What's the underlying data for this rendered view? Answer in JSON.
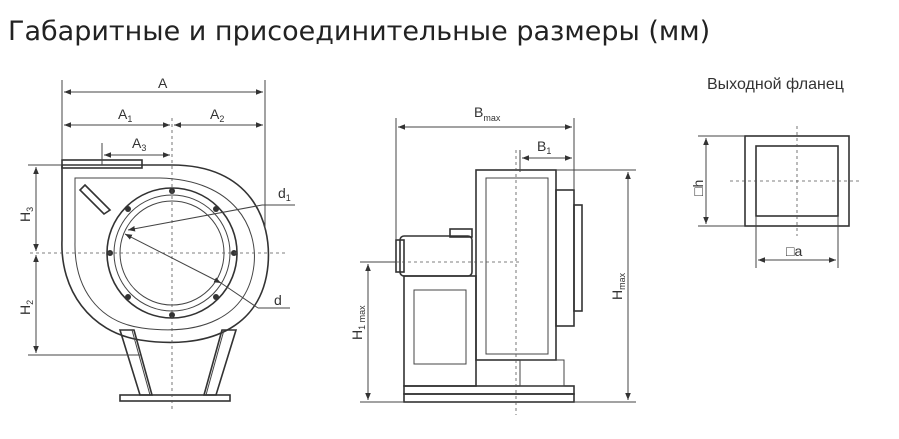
{
  "title": "Габаритные и присоединительные размеры (мм)",
  "flange_title": "Выходной фланец",
  "labels": {
    "A": "A",
    "A1": "A",
    "A1_sub": "1",
    "A2": "A",
    "A2_sub": "2",
    "A3": "A",
    "A3_sub": "3",
    "d1": "d",
    "d1_sub": "1",
    "d": "d",
    "H3": "H",
    "H3_sub": "3",
    "H2": "H",
    "H2_sub": "2",
    "Bmax": "B",
    "Bmax_sub": "max",
    "B1": "B",
    "B1_sub": "1",
    "H1max": "H",
    "H1max_sub": "1 max",
    "Hmax": "H",
    "Hmax_sub": "max",
    "h": "□h",
    "a": "□a"
  }
}
